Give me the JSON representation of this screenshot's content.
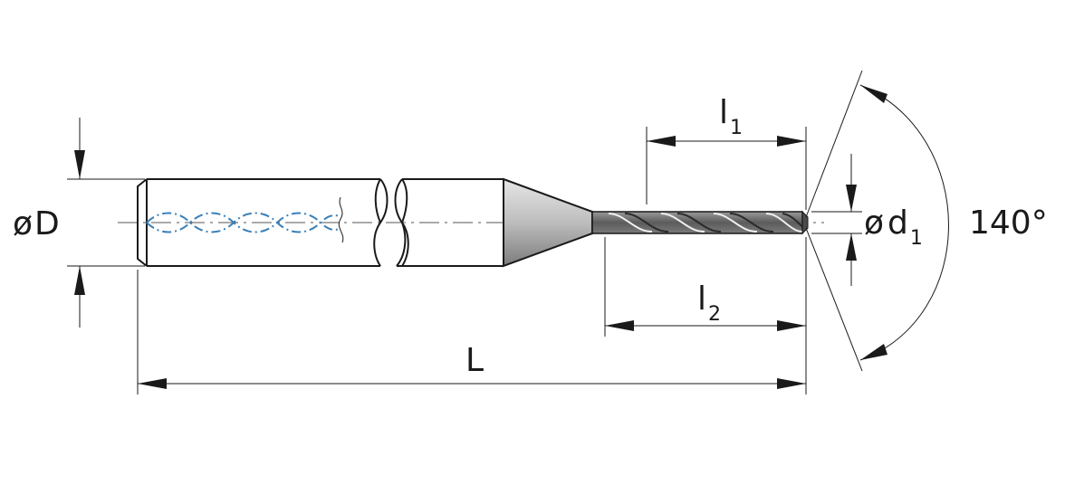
{
  "labels": {
    "shank_diameter": {
      "symbol": "ø",
      "letter": "D"
    },
    "tip_diameter": {
      "symbol": "ø",
      "letter": "d",
      "subscript": "1"
    },
    "flute_length": {
      "letter": "l",
      "subscript": "1"
    },
    "body_length": {
      "letter": "l",
      "subscript": "2"
    },
    "overall_length": {
      "letter": "L"
    },
    "point_angle": "140°"
  },
  "colors": {
    "line": "#1a1a1a",
    "coolant_channel": "#3a7fb8",
    "cone_light": "#d8d8d8",
    "cone_dark": "#8a8a8a",
    "flute_body": "#6e6e6e"
  }
}
